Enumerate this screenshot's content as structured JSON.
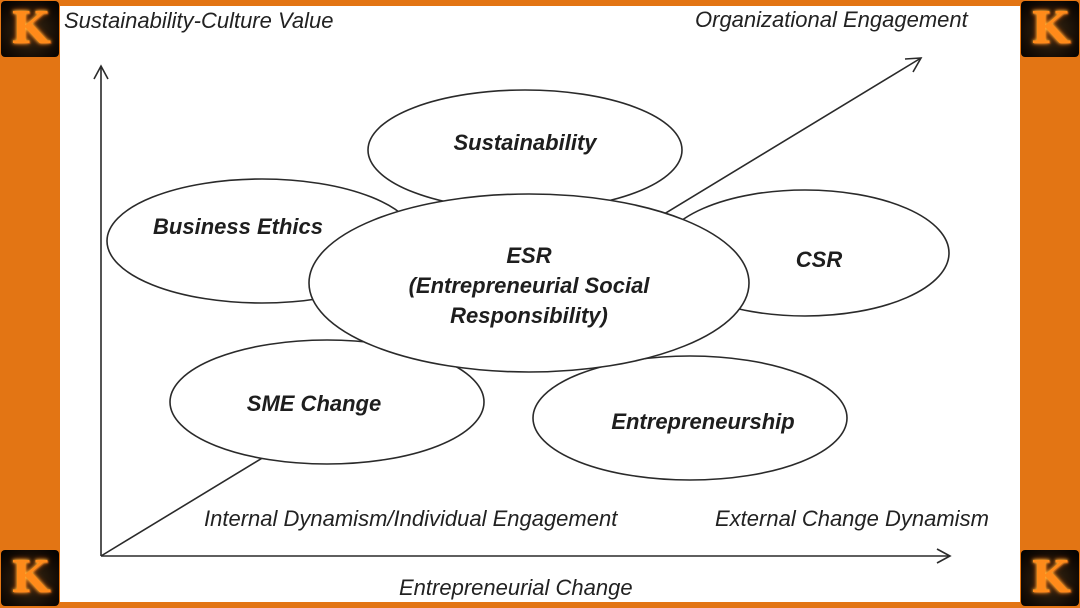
{
  "corner_logo": {
    "letter": "K",
    "icon": "flaming-k-logo"
  },
  "axes": {
    "y_label": "Sustainability-Culture Value",
    "diagonal_label": "Organizational Engagement",
    "x_label": "Entrepreneurial Change",
    "x_left_label": "Internal Dynamism/Individual Engagement",
    "x_right_label": "External Change Dynamism"
  },
  "nodes": {
    "center": {
      "line1": "ESR",
      "line2": "(Entrepreneurial Social",
      "line3": "Responsibility)"
    },
    "top": "Sustainability",
    "left": "Business Ethics",
    "right": "CSR",
    "bottom_left": "SME Change",
    "bottom_right": "Entrepreneurship"
  },
  "colors": {
    "frame": "#e37514",
    "panel": "#ffffff",
    "stroke": "#2a2a2a"
  }
}
